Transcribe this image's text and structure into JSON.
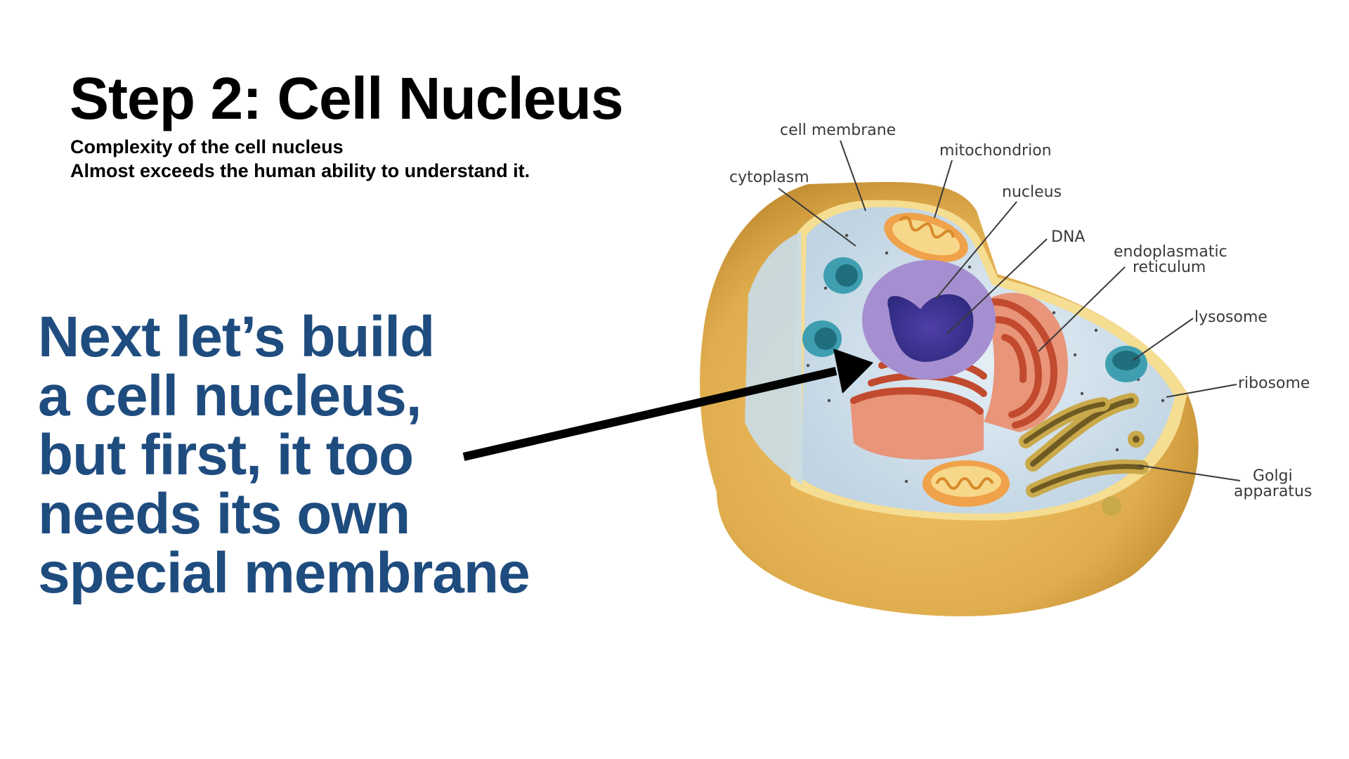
{
  "slide": {
    "title": "Step 2: Cell Nucleus",
    "subtitle_lines": [
      "Complexity of the cell nucleus",
      "Almost exceeds the human ability to understand it."
    ],
    "callout_lines": [
      "Next let’s build",
      "a cell nucleus,",
      "but first, it too",
      "needs its own",
      "special membrane"
    ],
    "callout_color": "#1f4c7f"
  },
  "diagram": {
    "labels": {
      "cell_membrane": "cell membrane",
      "mitochondrion": "mitochondrion",
      "cytoplasm": "cytoplasm",
      "nucleus": "nucleus",
      "dna": "DNA",
      "er_line1": "endoplasmatic",
      "er_line2": "reticulum",
      "lysosome": "lysosome",
      "ribosome": "ribosome",
      "golgi_line1": "Golgi",
      "golgi_line2": "apparatus"
    },
    "colors": {
      "membrane": "#d9a94a",
      "cytoplasm": "#cfe0ec",
      "nucleus": "#a58fd0",
      "dna": "#4a3d9a",
      "er": "#d9674a",
      "golgi": "#c9a94a",
      "mitochondrion": "#f0a24a",
      "lysosome": "#3f9fb0"
    }
  }
}
